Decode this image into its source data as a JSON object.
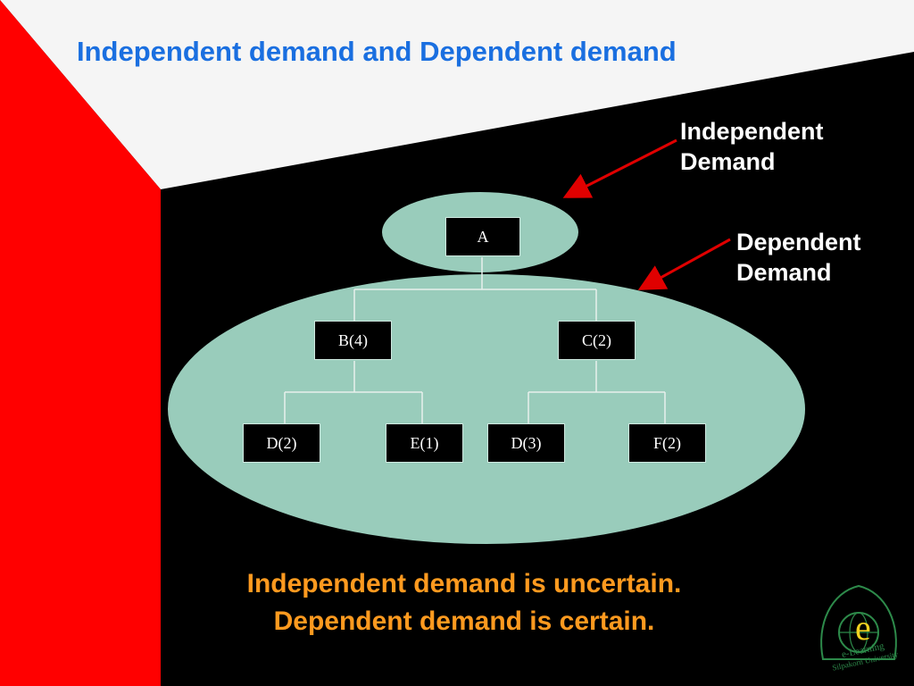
{
  "slide": {
    "title": "Independent demand and Dependent demand",
    "label_independent": [
      "Independent",
      "Demand"
    ],
    "label_dependent": [
      "Dependent",
      "Demand"
    ],
    "statement_1": "Independent demand is uncertain.",
    "statement_2": "Dependent demand is certain."
  },
  "tree": {
    "root": "A",
    "level1": [
      "B(4)",
      "C(2)"
    ],
    "level2": [
      "D(2)",
      "E(1)",
      "D(3)",
      "F(2)"
    ]
  },
  "logo": {
    "icon": "e-learning-emblem-icon",
    "text": "e-Learning",
    "subtext": "Silpakorn University"
  },
  "colors": {
    "title": "#1a6fe0",
    "accent_red": "#ff0000",
    "ellipse_fill": "#99ccbb",
    "statement": "#ff9a1f",
    "arrow": "#e00000"
  }
}
